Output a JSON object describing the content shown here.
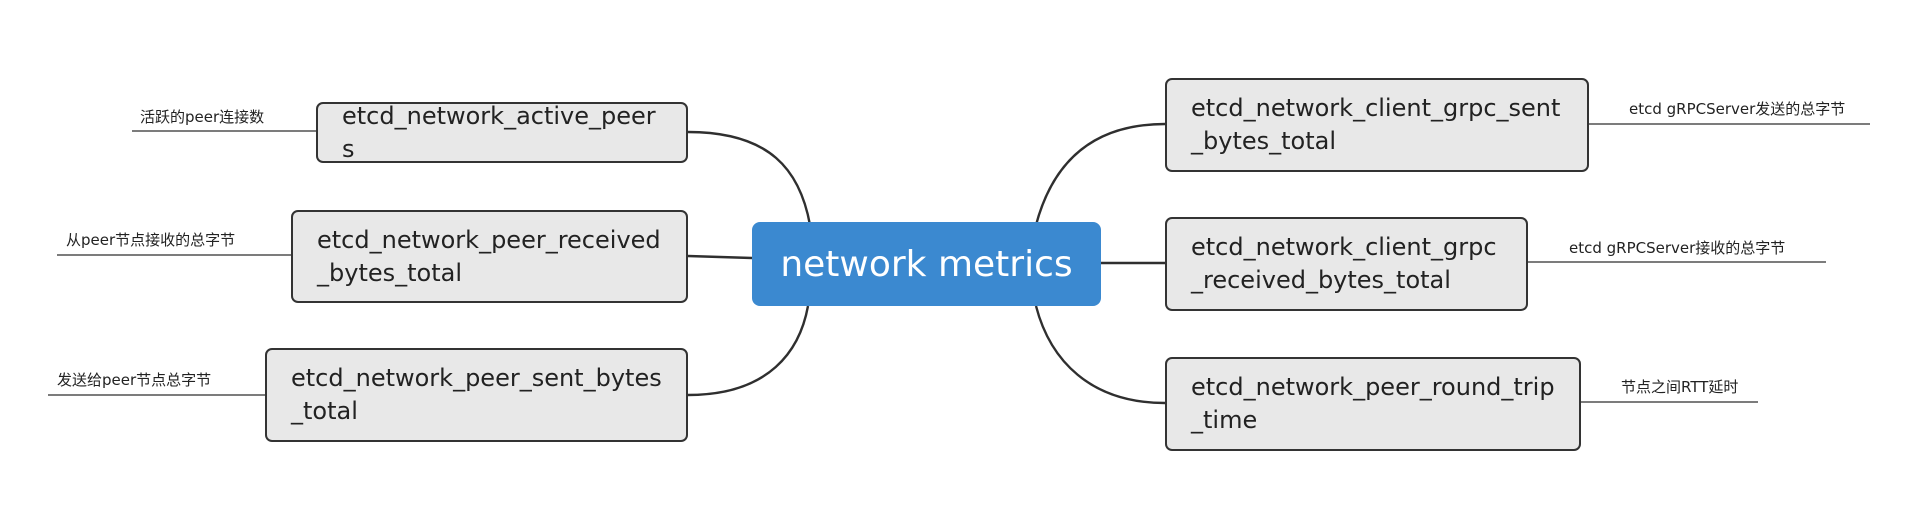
{
  "central": {
    "label": "network metrics",
    "color": "#3b89d0"
  },
  "topics_left": [
    {
      "name": "etcd_network_active_peers",
      "note": "活跃的peer连接数"
    },
    {
      "name": "etcd_network_peer_received_bytes_total",
      "note": "从peer节点接收的总字节"
    },
    {
      "name": "etcd_network_peer_sent_bytes_total",
      "note": "发送给peer节点总字节"
    }
  ],
  "topics_right": [
    {
      "name": "etcd_network_client_grpc_sent_bytes_total",
      "note": "etcd gRPCServer发送的总字节"
    },
    {
      "name": "etcd_network_client_grpc_received_bytes_total",
      "note": "etcd gRPCServer接收的总字节"
    },
    {
      "name": "etcd_network_peer_round_trip_time",
      "note": "节点之间RTT延时"
    }
  ],
  "colors": {
    "topic_fill": "#e8e8e8",
    "outline": "#333333"
  }
}
